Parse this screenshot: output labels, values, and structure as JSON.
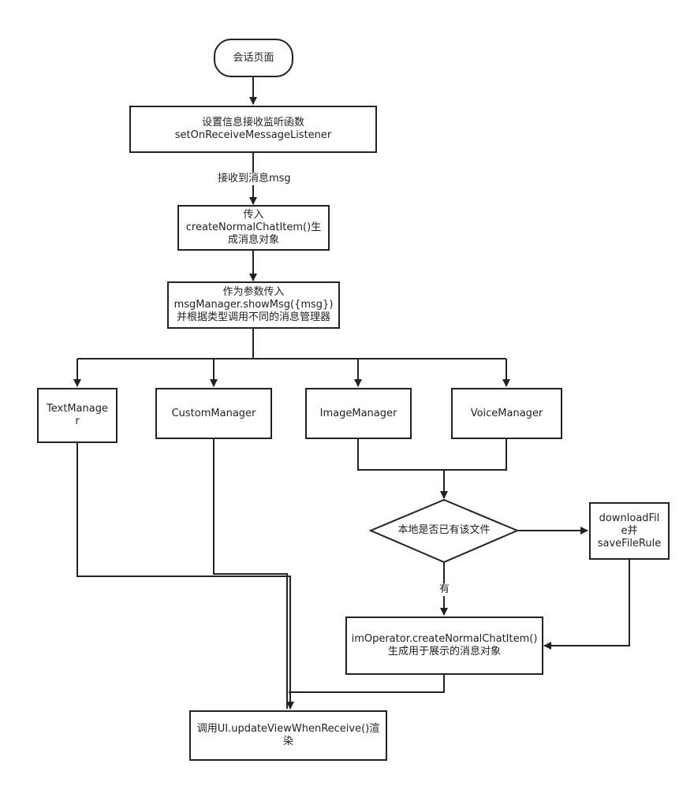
{
  "nodes": {
    "start": "会话页面",
    "set_listener": "设置信息接收监听函数\nsetOnReceiveMessageListener",
    "create_item": "传入\ncreateNormalChatItem()生\n成消息对象",
    "show_msg": "作为参数传入\nmsgManager.showMsg({msg})\n并根据类型调用不同的消息管理器",
    "text_manager": "TextManage\nr",
    "custom_manager": "CustomManager",
    "image_manager": "ImageManager",
    "voice_manager": "VoiceManager",
    "decision": "本地是否已有该文件",
    "download": "downloadFil\ne并\nsaveFileRule",
    "im_operator": "imOperator.createNormalChatItem()\n生成用于展示的消息对象",
    "update_view": "调用UI.updateViewWhenReceive()渲\n染"
  },
  "edge_labels": {
    "received": "接收到消息msg",
    "has": "有"
  },
  "colors": {
    "stroke": "#222222",
    "background": "#ffffff"
  }
}
